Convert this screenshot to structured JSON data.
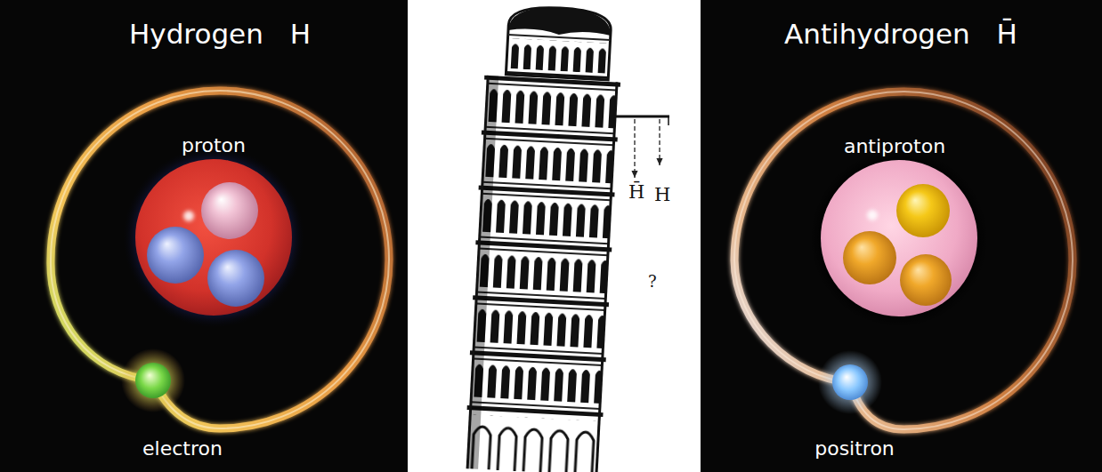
{
  "diagram": {
    "nodes": [
      {
        "text": [
          "Hydrogen H"
        ]
      },
      {
        "text": [
          "proton"
        ],
        "in": 0
      },
      {
        "text": [
          "electron"
        ],
        "in": 0
      },
      {
        "text": [
          "Antihydrogen H̄"
        ]
      },
      {
        "text": [
          "antiproton"
        ],
        "in": 3
      },
      {
        "text": [
          "positron"
        ],
        "in": 3
      }
    ],
    "labels": [
      "H̄",
      "H",
      "?"
    ]
  }
}
